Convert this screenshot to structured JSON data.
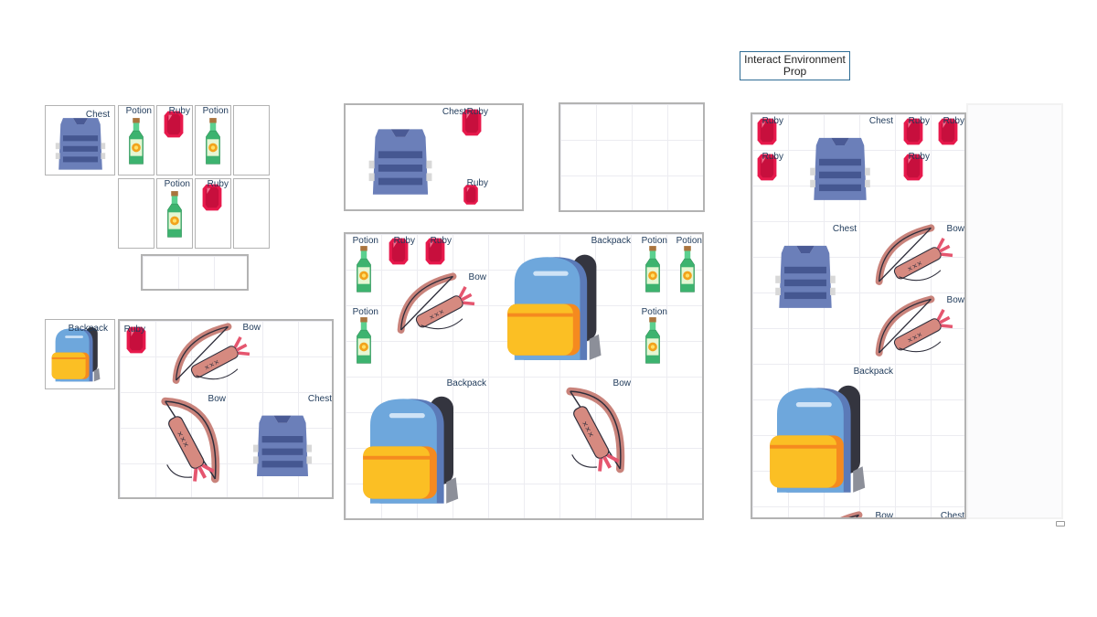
{
  "button": {
    "label": "Interact Environment Prop"
  },
  "items": {
    "chest": "Chest",
    "potion": "Potion",
    "ruby": "Ruby",
    "bow": "Bow",
    "backpack": "Backpack"
  }
}
